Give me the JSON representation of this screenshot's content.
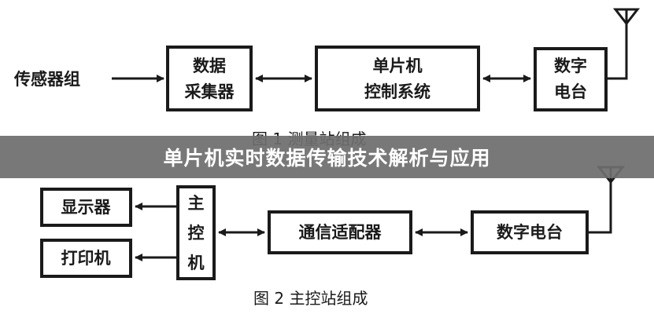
{
  "banner": {
    "title": "单片机实时数据传输技术解析与应用"
  },
  "figure1": {
    "source": "传感器组",
    "boxes": [
      {
        "line1": "数据",
        "line2": "采集器"
      },
      {
        "line1": "单片机",
        "line2": "控制系统"
      },
      {
        "line1": "数字",
        "line2": "电台"
      }
    ],
    "caption": "图 1  测量站组成"
  },
  "figure2": {
    "outputs": [
      "显示器",
      "打印机"
    ],
    "host": [
      "主",
      "控",
      "机"
    ],
    "adapter": "通信适配器",
    "radio": "数字电台",
    "caption": "图 2  主控站组成"
  },
  "colors": {
    "ink": "#1a1a1a",
    "banner_bg": "#6e6e6e",
    "banner_text": "#ffffff"
  }
}
